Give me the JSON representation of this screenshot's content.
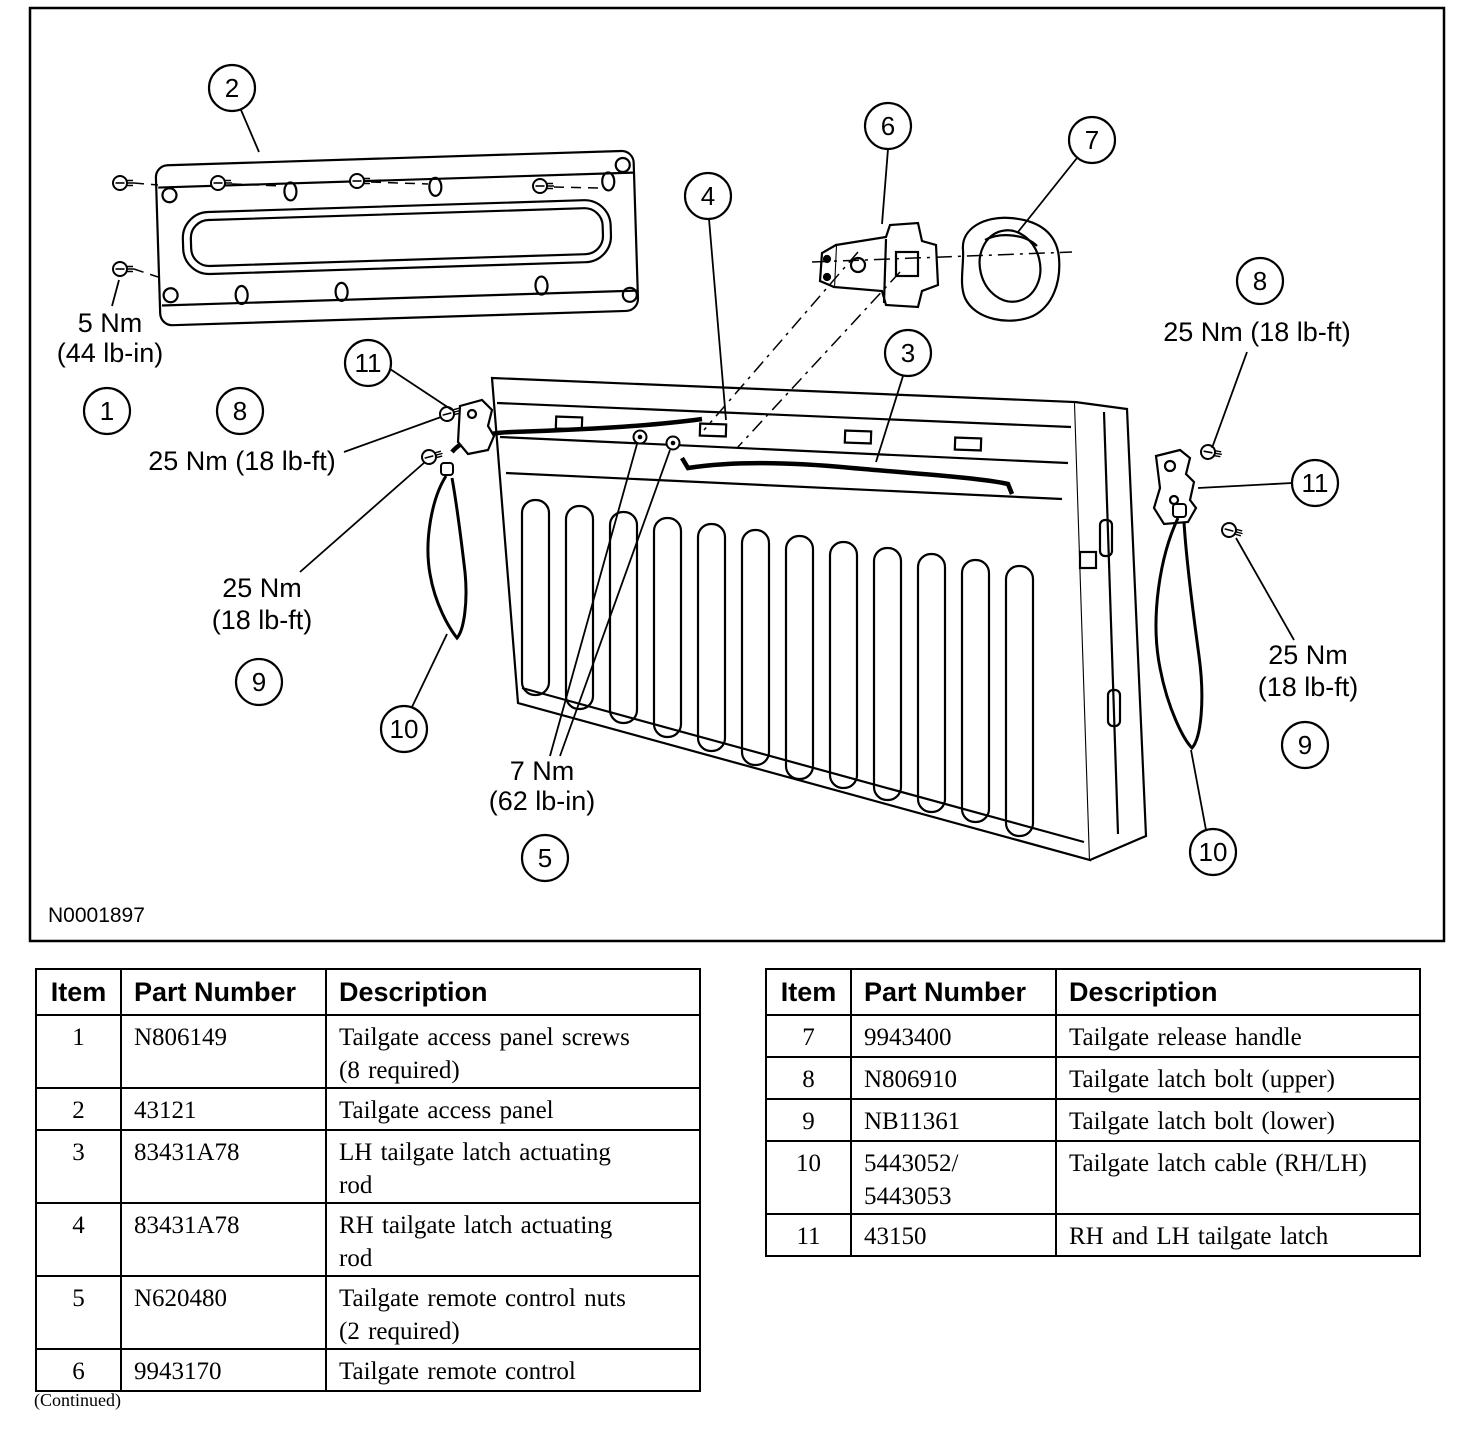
{
  "figure": {
    "id": "N0001897",
    "callouts": {
      "n1": "1",
      "n2": "2",
      "n3": "3",
      "n4": "4",
      "n5": "5",
      "n6": "6",
      "n7": "7",
      "n8": "8",
      "n9": "9",
      "n10": "10",
      "n11": "11"
    },
    "torque": {
      "t1a": "5 Nm",
      "t1b": "(44 lb-in)",
      "t8l": "25 Nm (18 lb-ft)",
      "t8r": "25 Nm (18 lb-ft)",
      "t9la": "25 Nm",
      "t9lb": "(18 lb-ft)",
      "t9ra": "25 Nm",
      "t9rb": "(18 lb-ft)",
      "t5a": "7 Nm",
      "t5b": "(62 lb-in)"
    }
  },
  "parts_tables": {
    "headers": {
      "item": "Item",
      "part": "Part Number",
      "desc": "Description"
    },
    "left": [
      {
        "item": "1",
        "part": "N806149",
        "desc": "Tailgate access panel screws\n(8 required)"
      },
      {
        "item": "2",
        "part": "43121",
        "desc": "Tailgate access panel"
      },
      {
        "item": "3",
        "part": "83431A78",
        "desc": "LH tailgate latch actuating\nrod"
      },
      {
        "item": "4",
        "part": "83431A78",
        "desc": "RH tailgate latch actuating\nrod"
      },
      {
        "item": "5",
        "part": "N620480",
        "desc": "Tailgate remote control nuts\n(2 required)"
      },
      {
        "item": "6",
        "part": "9943170",
        "desc": "Tailgate remote control"
      }
    ],
    "right": [
      {
        "item": "7",
        "part": "9943400",
        "desc": "Tailgate release handle"
      },
      {
        "item": "8",
        "part": "N806910",
        "desc": "Tailgate latch bolt (upper)"
      },
      {
        "item": "9",
        "part": "NB11361",
        "desc": "Tailgate latch bolt (lower)"
      },
      {
        "item": "10",
        "part": "5443052/\n5443053",
        "desc": "Tailgate latch cable (RH/LH)"
      },
      {
        "item": "11",
        "part": "43150",
        "desc": "RH and LH tailgate latch"
      }
    ]
  },
  "footer": {
    "continued": "(Continued)"
  }
}
